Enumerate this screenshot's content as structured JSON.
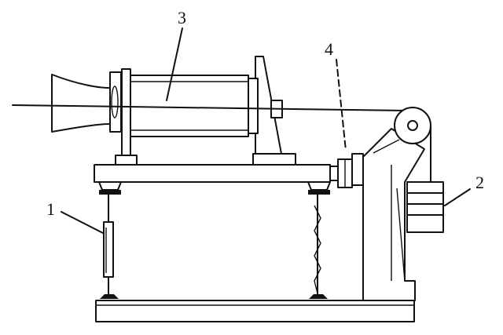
{
  "diagram": {
    "callouts": [
      {
        "id": "1",
        "text": "1"
      },
      {
        "id": "2",
        "text": "2"
      },
      {
        "id": "3",
        "text": "3"
      },
      {
        "id": "4",
        "text": "4"
      }
    ],
    "colors": {
      "ink": "#111111",
      "paper": "#ffffff"
    }
  }
}
